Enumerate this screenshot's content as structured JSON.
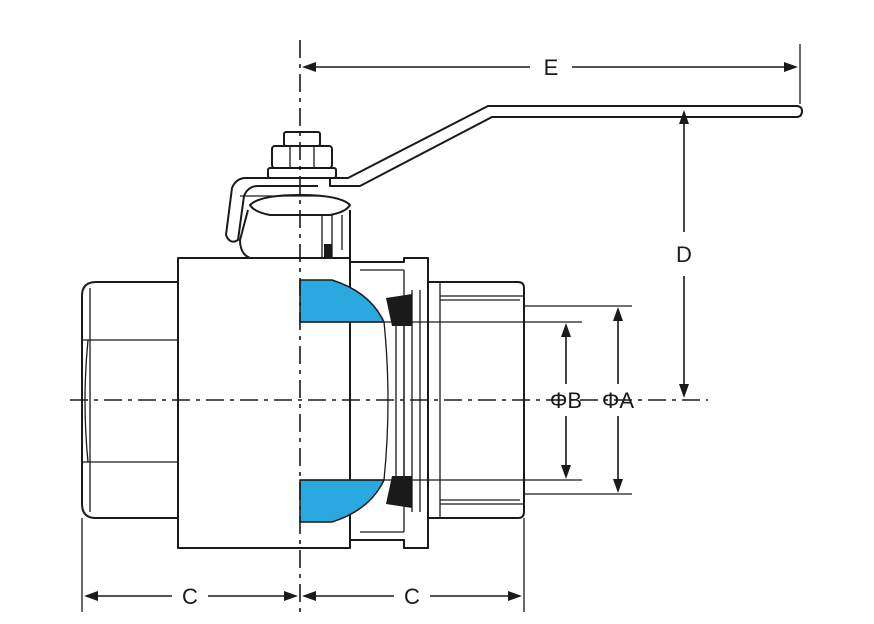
{
  "labels": {
    "e": "E",
    "d": "D",
    "phi_b": "ΦB",
    "phi_a": "ΦA",
    "c_left": "C",
    "c_right": "C"
  },
  "colors": {
    "ball": "#2aa9e0",
    "line": "#1a1a1a",
    "background": "#ffffff"
  }
}
